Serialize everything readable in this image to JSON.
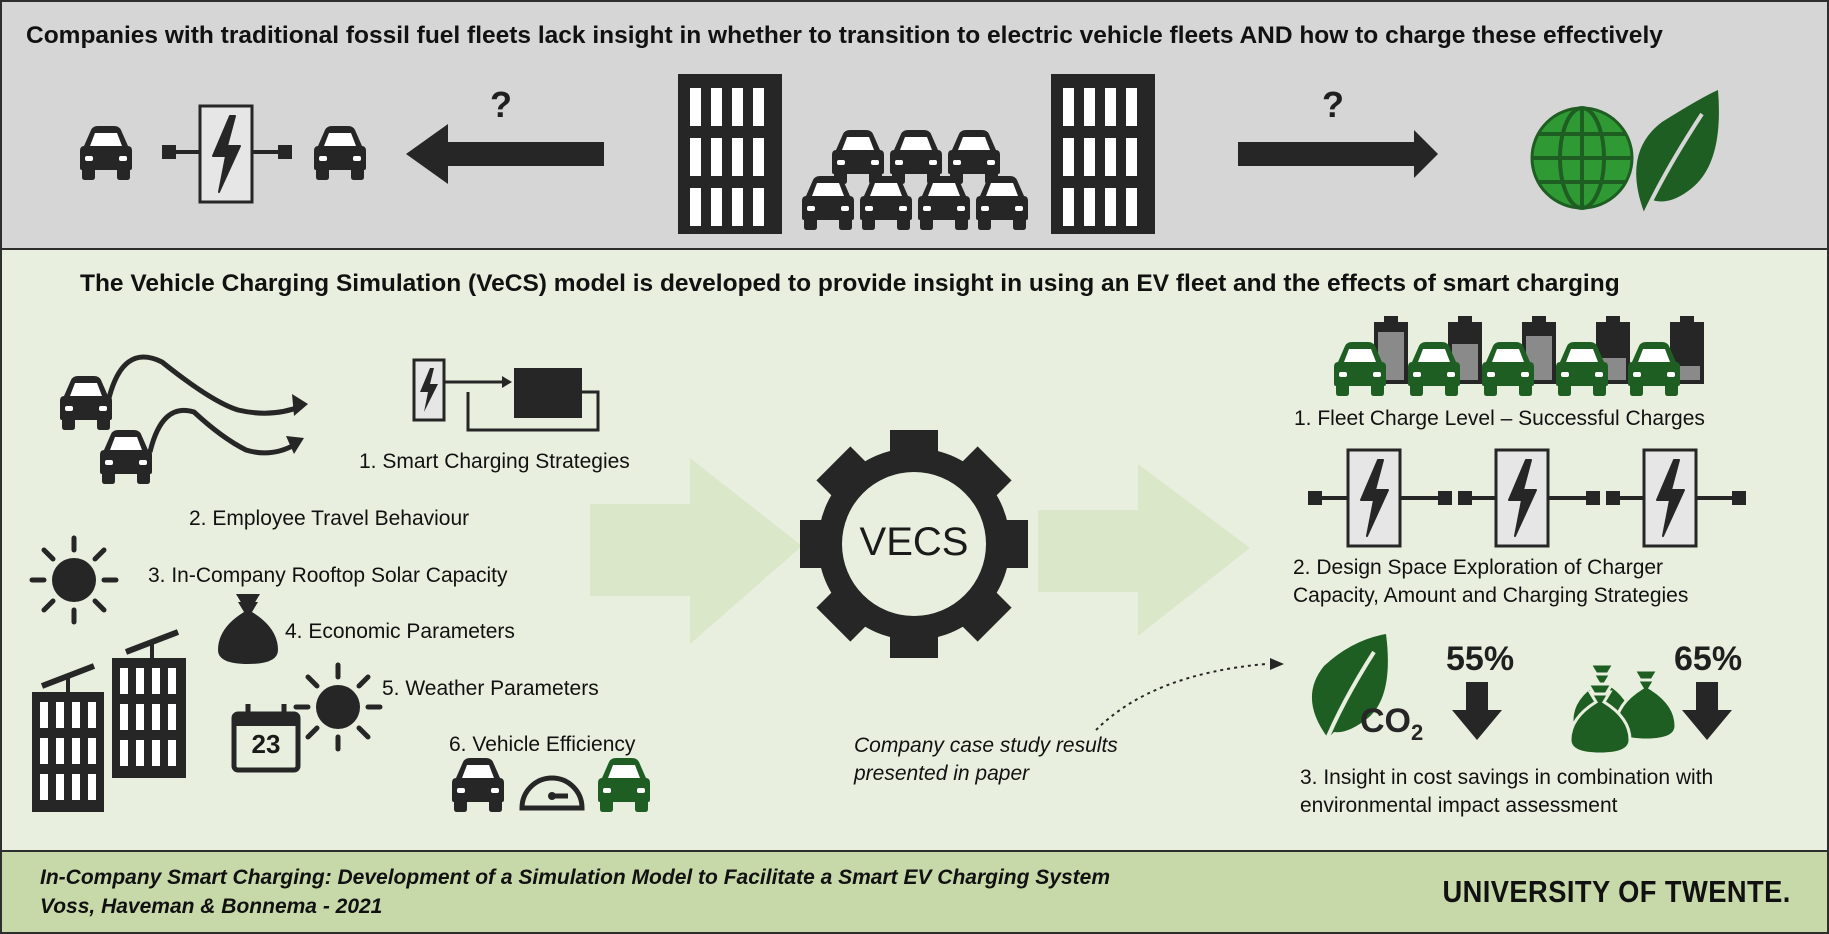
{
  "top": {
    "headline": "Companies with traditional fossil fuel fleets lack insight in whether to transition to electric vehicle fleets AND how to charge these effectively",
    "left_question": "?",
    "right_question": "?"
  },
  "middle": {
    "headline": "The Vehicle Charging Simulation (VeCS) model is developed to provide insight in using an EV fleet and the effects of smart charging",
    "gear_label": "VECS",
    "inputs": [
      "1. Smart Charging Strategies",
      "2. Employee Travel Behaviour",
      "3. In-Company Rooftop Solar Capacity",
      "4. Economic Parameters",
      "5. Weather Parameters",
      "6. Vehicle Efficiency"
    ],
    "calendar_day": "23",
    "outputs": {
      "fleet": "1. Fleet Charge Level – Successful Charges",
      "design_line1": "2. Design Space Exploration of Charger",
      "design_line2": "Capacity, Amount and Charging Strategies",
      "insight_line1": "3. Insight in cost savings in combination with",
      "insight_line2": "environmental impact assessment"
    },
    "co2_label": "CO",
    "co2_sub": "2",
    "co2_reduction": "55%",
    "cost_reduction": "65%",
    "case_study_line1": "Company case study results",
    "case_study_line2": "presented in paper"
  },
  "footer": {
    "title": "In-Company Smart Charging: Development of a Simulation Model to Facilitate a Smart EV Charging System",
    "authors": "Voss, Haveman & Bonnema - 2021",
    "brand": "UNIVERSITY OF TWENTE."
  },
  "colors": {
    "top_band": "#d6d6d6",
    "middle_band": "#e8efdf",
    "footer_band": "#c7d8a9",
    "icon_dark": "#262626",
    "green": "#1e5e22",
    "bright_green": "#2f9a33",
    "arrow_pale": "#dbe7c9"
  },
  "icons": [
    "car-icon",
    "charger-icon",
    "office-building-icon",
    "arrow-left-icon",
    "arrow-right-icon",
    "globe-icon",
    "leaf-icon",
    "gear-icon",
    "sun-icon",
    "money-bag-icon",
    "calendar-icon",
    "speedometer-icon",
    "battery-icon",
    "down-arrow-icon"
  ]
}
